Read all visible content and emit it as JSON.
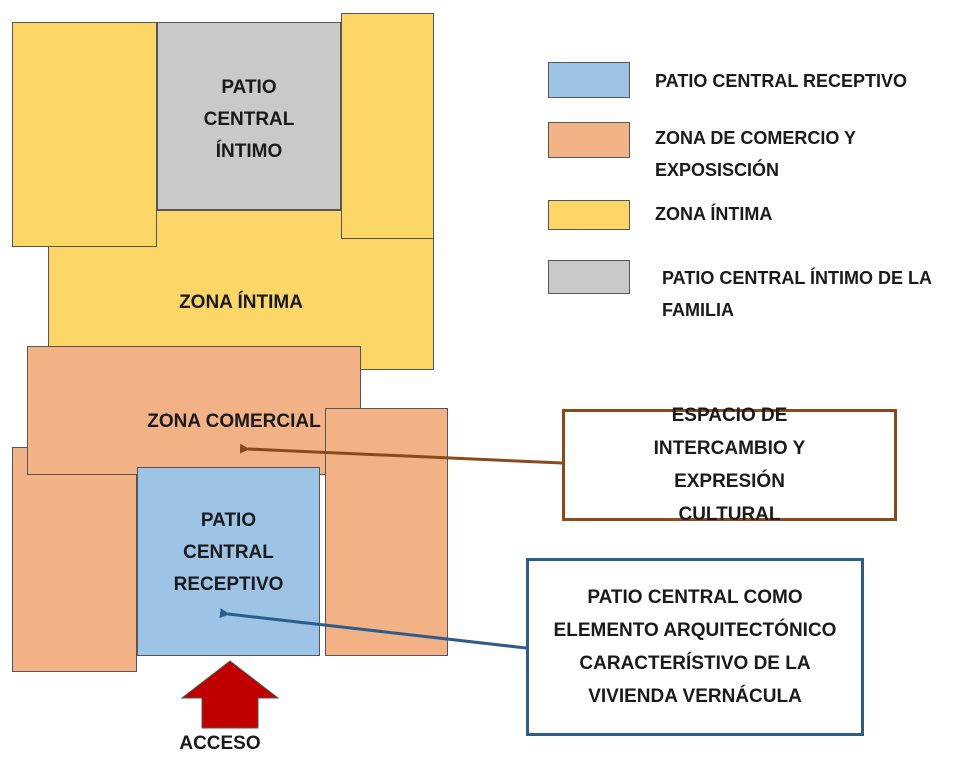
{
  "colors": {
    "patio_central_receptivo": "#9dc3e6",
    "zona_comercio": "#f3b286",
    "zona_intima": "#fcd666",
    "patio_intimo": "#c9c9c9",
    "arrow_brown": "#8b4a1c",
    "arrow_blue": "#2e5c8a",
    "access_arrow": "#c00000"
  },
  "plan": {
    "patio_intimo_label": [
      "PATIO",
      "CENTRAL",
      "ÍNTIMO"
    ],
    "zona_intima_label": "ZONA ÍNTIMA",
    "zona_comercial_label": "ZONA COMERCIAL",
    "patio_receptivo_label": [
      "PATIO",
      "CENTRAL",
      "RECEPTIVO"
    ],
    "acceso_label": "ACCESO"
  },
  "legend": [
    {
      "label": "PATIO CENTRAL RECEPTIVO",
      "color": "#9dc3e6"
    },
    {
      "label": "ZONA DE COMERCIO Y EXPOSISCIÓN",
      "color": "#f3b286"
    },
    {
      "label": "ZONA ÍNTIMA",
      "color": "#fcd666"
    },
    {
      "label": "PATIO CENTRAL ÍNTIMO DE LA FAMILIA",
      "color": "#c9c9c9"
    }
  ],
  "callouts": {
    "intercambio": "ESPACIO DE INTERCAMBIO Y EXPRESIÓN CULTURAL",
    "patio_central": "PATIO CENTRAL COMO ELEMENTO ARQUITECTÓNICO CARACTERÍSTIVO DE LA VIVIENDA VERNÁCULA"
  }
}
